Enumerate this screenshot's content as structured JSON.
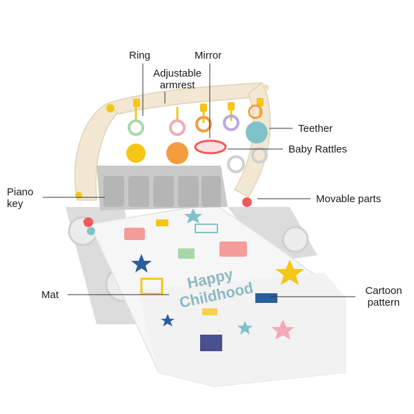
{
  "diagram": {
    "mat_text_line1": "Happy",
    "mat_text_line2": "Childhood"
  },
  "callouts": {
    "ring": "Ring",
    "mirror": "Mirror",
    "armrest_line1": "Adjustable",
    "armrest_line2": "armrest",
    "teether": "Teether",
    "baby_rattles": "Baby Rattles",
    "piano_key_line1": "Piano",
    "piano_key_line2": "key",
    "movable_parts": "Movable parts",
    "mat": "Mat",
    "cartoon_pattern_line1": "Cartoon",
    "cartoon_pattern_line2": "pattern"
  },
  "colors": {
    "mat": "#f7f7f7",
    "frame": "#d9d9d9",
    "arch": "#f3ead8",
    "accent_yellow": "#f5c518",
    "accent_orange": "#f39c3d",
    "accent_blue": "#2f6fb3",
    "accent_pink": "#f4a9b8",
    "accent_teal": "#7fc3c9",
    "leader_line": "#333333"
  }
}
